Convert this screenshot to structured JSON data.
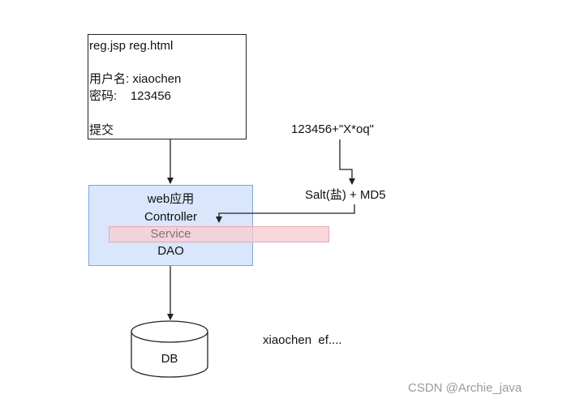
{
  "form": {
    "title": "reg.jsp reg.html",
    "username_line": "用户名: xiaochen",
    "password_line": "密码:    123456",
    "submit": "提交"
  },
  "web_app": {
    "title": "web应用",
    "controller": "Controller",
    "service": "Service",
    "dao": "DAO"
  },
  "salt": {
    "formula": "123456+\"X*oq\"",
    "label": "Salt(盐) + MD5"
  },
  "db": {
    "label": "DB",
    "stored_value": "xiaochen  ef...."
  },
  "watermark": "CSDN @Archie_java",
  "colors": {
    "web_fill": "#d9e6fb",
    "web_border": "#7ea6e0",
    "service_fill": "#f6cdd2",
    "service_text": "#8a6f72",
    "line": "#222222"
  }
}
